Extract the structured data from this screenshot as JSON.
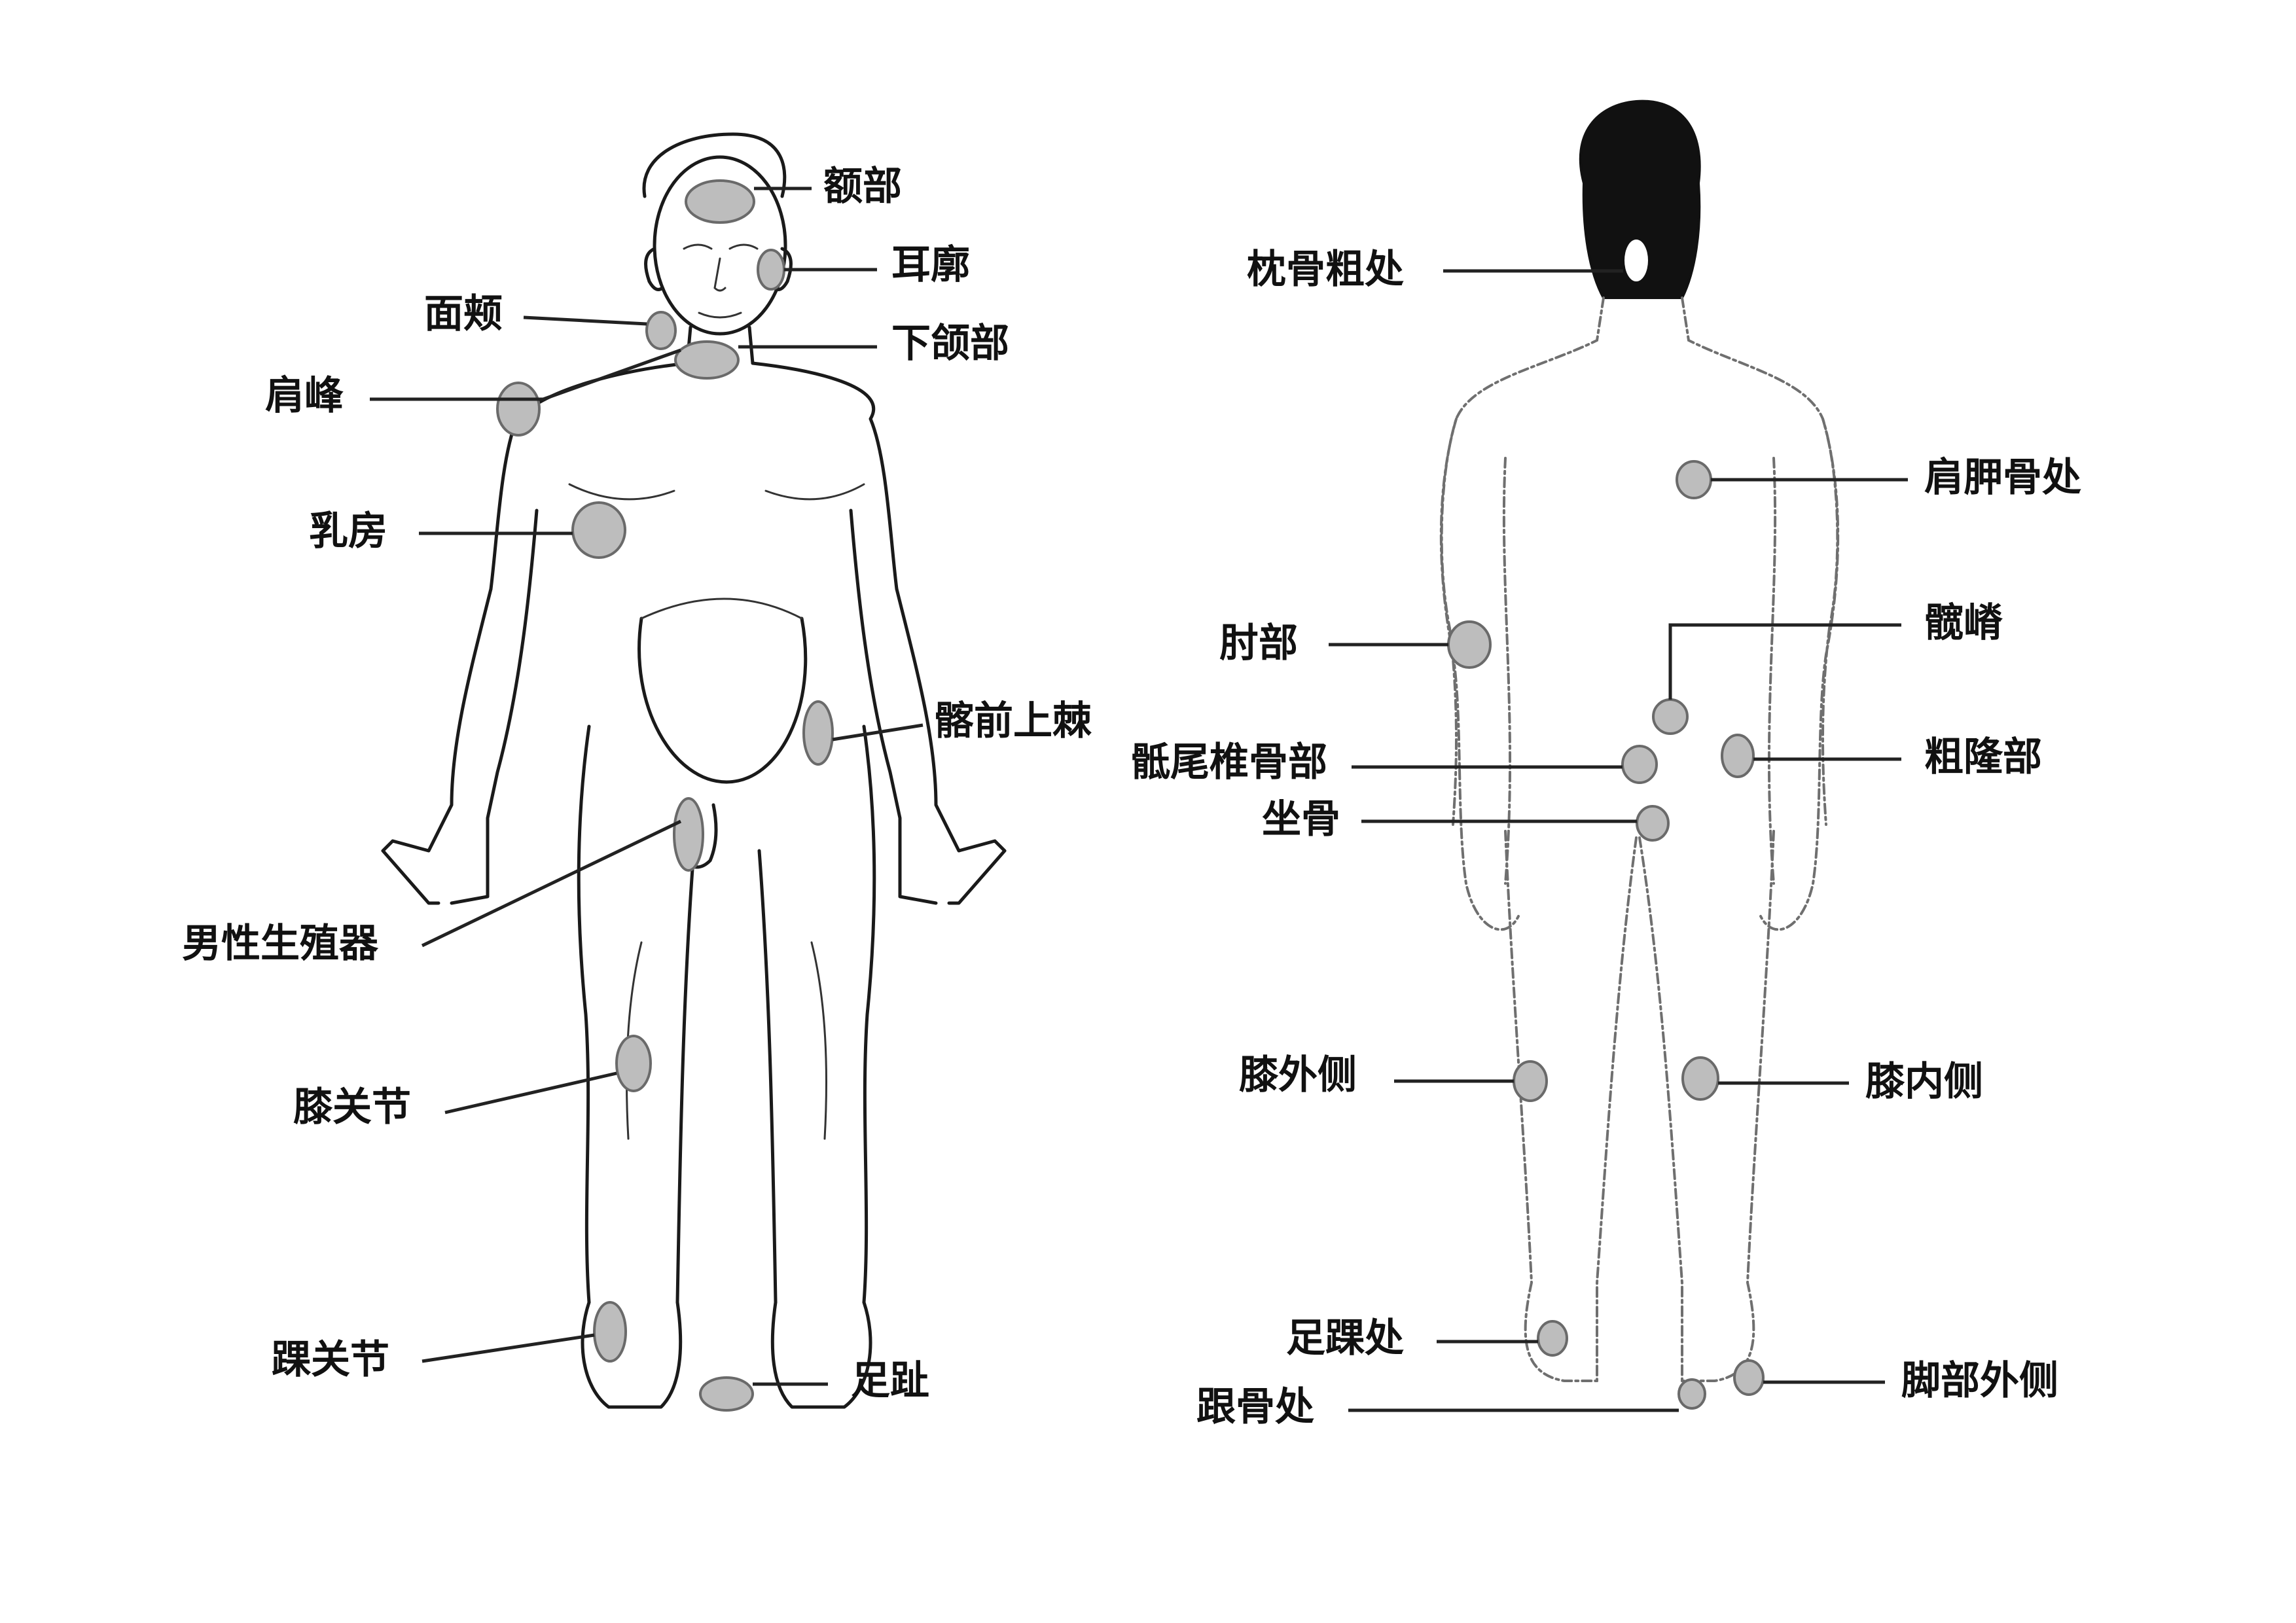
{
  "front_labels": {
    "forehead": "额部",
    "ear": "耳廓",
    "cheek": "面颊",
    "jaw": "下颌部",
    "shoulder": "肩峰",
    "breast": "乳房",
    "iliac_spine": "髂前上棘",
    "genitals": "男性生殖器",
    "knee": "膝关节",
    "ankle": "踝关节",
    "toes": "足趾"
  },
  "back_labels": {
    "occiput": "枕骨粗处",
    "scapula": "肩胛骨处",
    "elbow": "肘部",
    "iliac_crest": "髋嵴",
    "sacrum": "骶尾椎骨部",
    "trochanter": "粗隆部",
    "ischium": "坐骨",
    "knee_outer": "膝外侧",
    "knee_inner": "膝内侧",
    "ankle": "足踝处",
    "heel": "跟骨处",
    "foot_outer": "脚部外侧"
  },
  "colors": {
    "line": "#1a1a1a",
    "spot_fill": "#bdbdbd",
    "back_outline": "#6f6f6f",
    "hair": "#111111"
  }
}
